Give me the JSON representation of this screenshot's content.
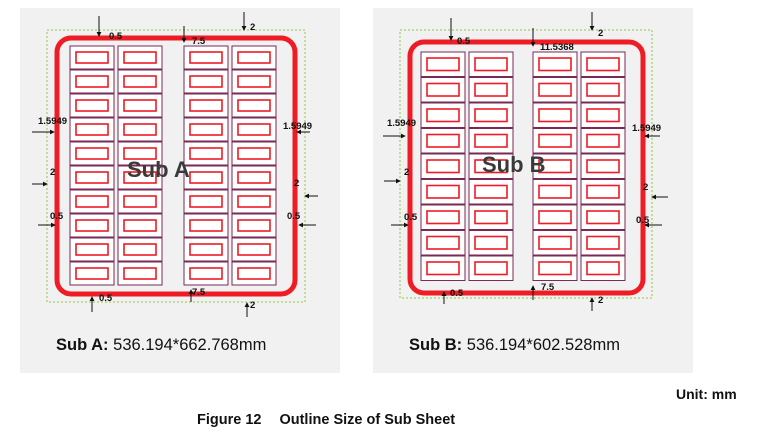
{
  "sub_a": {
    "panel_label": "Sub A",
    "caption_name": "Sub A:",
    "caption_size": "536.194*662.768mm",
    "dims": {
      "top_left": "0.5",
      "top_center": "7.5",
      "top_right": "2",
      "left_upper": "1.5949",
      "right_upper": "1.5949",
      "left_middle": "2",
      "right_middle": "2",
      "left_lower": "0.5",
      "right_lower": "0.5",
      "bottom_left": "0.5",
      "bottom_center": "7.5",
      "bottom_right": "2"
    }
  },
  "sub_b": {
    "panel_label": "Sub B",
    "caption_name": "Sub B:",
    "caption_size": "536.194*602.528mm",
    "dims": {
      "top_left": "0.5",
      "top_center": "11.5368",
      "top_right": "2",
      "left_upper": "1.5949",
      "right_upper": "1.5949",
      "left_middle": "2",
      "right_middle": "2",
      "left_lower": "0.5",
      "right_lower": "0.5",
      "bottom_left": "0.5",
      "bottom_center": "7.5",
      "bottom_right": "2"
    }
  },
  "unit_label": "Unit: mm",
  "figure": {
    "number": "Figure 12",
    "title": "Outline Size of Sub Sheet"
  },
  "colors": {
    "outline_red": "#ee1c24",
    "cell_outline": "#7a2a55",
    "boundary_green": "#8dc63f",
    "text": "#111111"
  }
}
